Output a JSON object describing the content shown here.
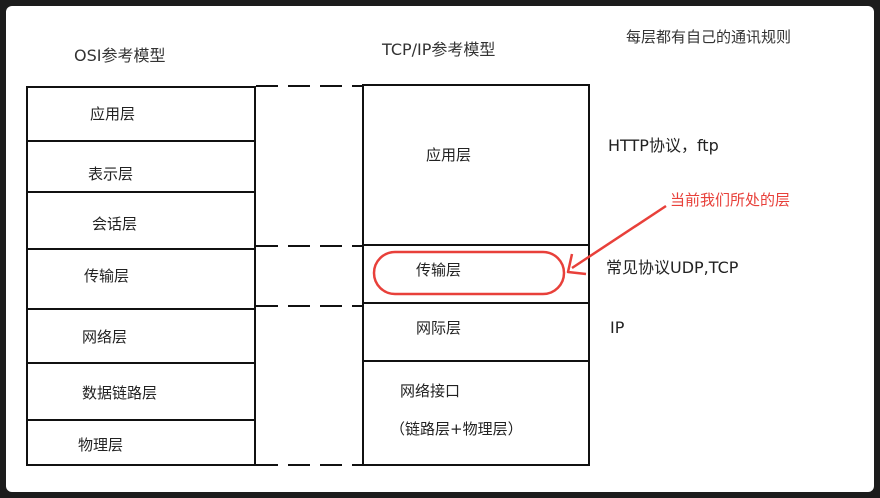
{
  "header": {
    "osi_title": "OSI参考模型",
    "tcpip_title": "TCP/IP参考模型",
    "note": "每层都有自己的通讯规则"
  },
  "osi_layers": [
    "应用层",
    "表示层",
    "会话层",
    "传输层",
    "网络层",
    "数据链路层",
    "物理层"
  ],
  "tcpip_layers": {
    "application": "应用层",
    "transport": "传输层",
    "internet": "网际层",
    "network_interface_line1": "网络接口",
    "network_interface_line2": "（链路层+物理层）"
  },
  "protocols": {
    "application": "HTTP协议，ftp",
    "transport": "常见协议UDP,TCP",
    "internet": "IP"
  },
  "annotation": {
    "text": "当前我们所处的层",
    "color": "#e8403a"
  }
}
